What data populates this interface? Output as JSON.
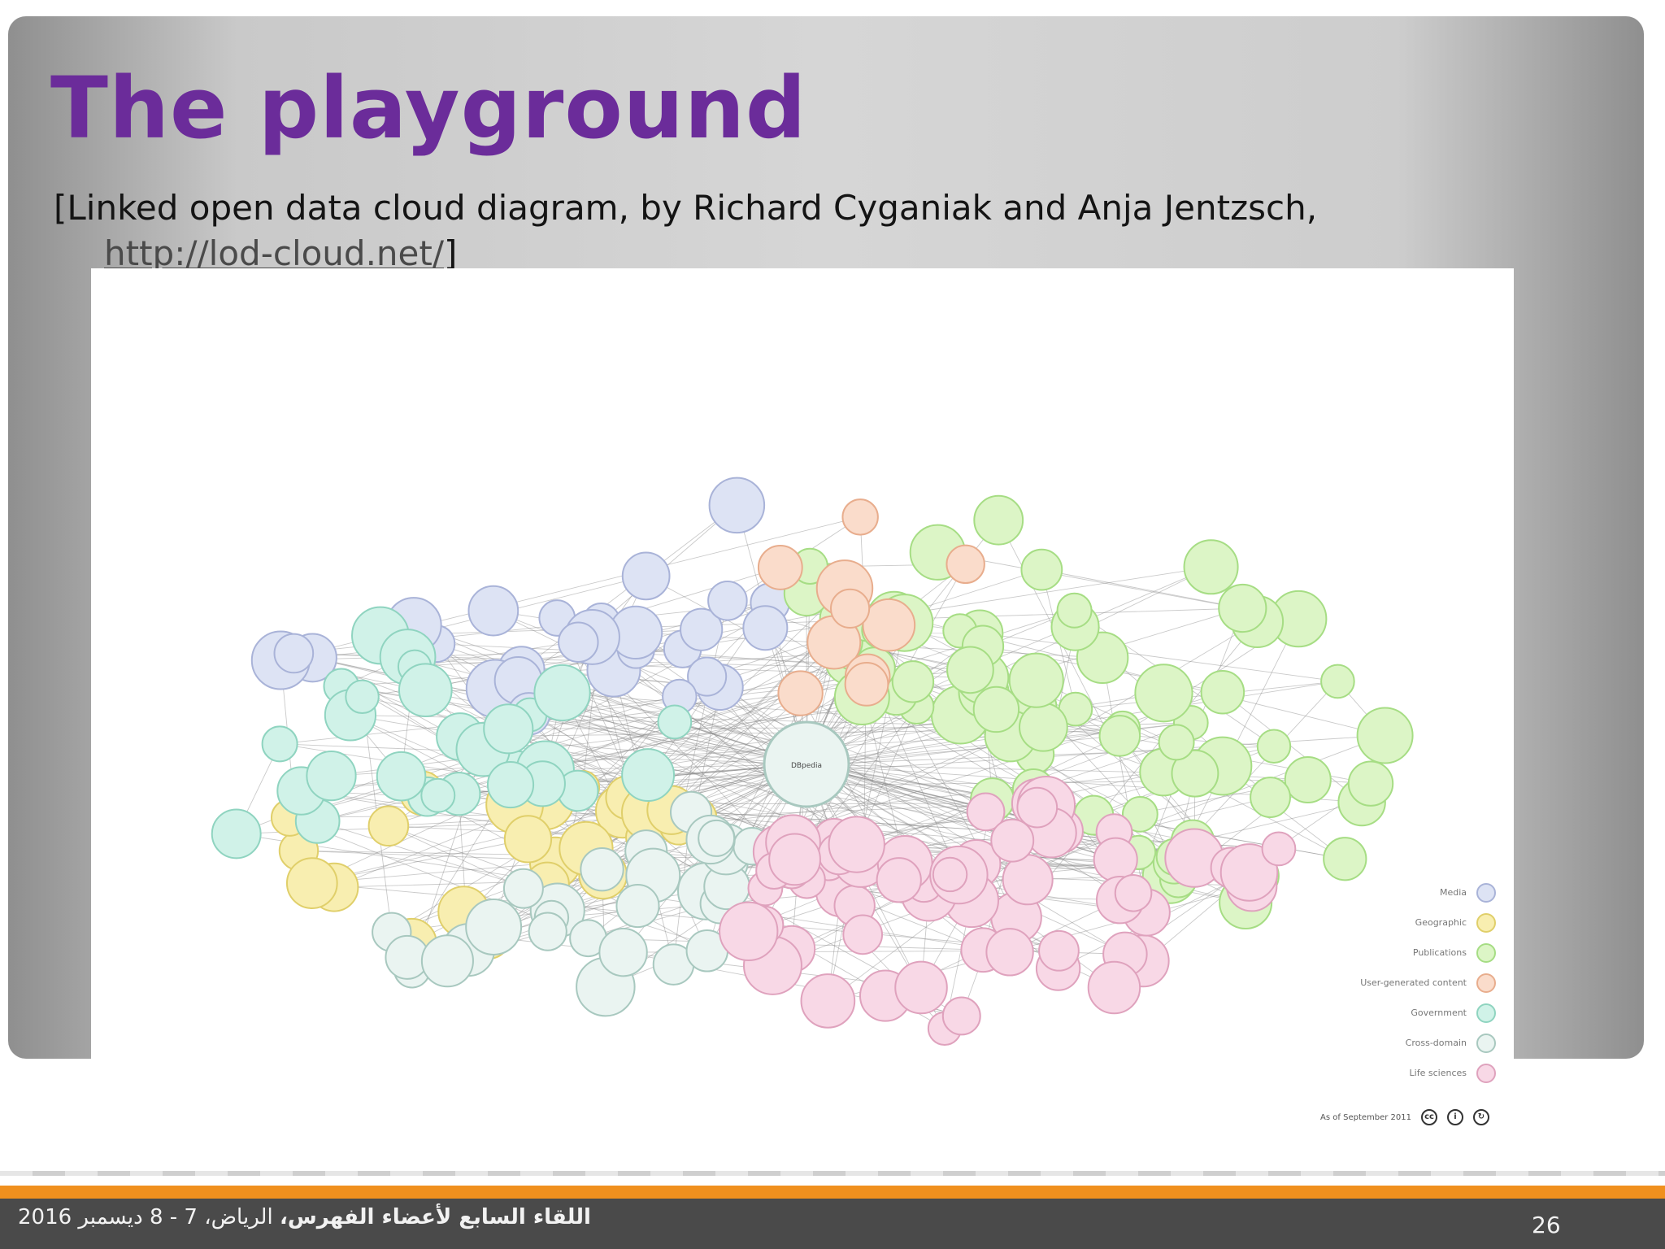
{
  "slide": {
    "title": "The playground",
    "caption_line1": "[Linked open data cloud diagram, by Richard Cyganiak and Anja Jentzsch,",
    "caption_url": "http://lod-cloud.net/",
    "caption_close": "]"
  },
  "diagram": {
    "center_label": "DBpedia",
    "legend": [
      {
        "label": "Media",
        "color": "#dde3f4",
        "stroke": "#a9b3d8"
      },
      {
        "label": "Geographic",
        "color": "#f8eeb0",
        "stroke": "#e0cf6a"
      },
      {
        "label": "Publications",
        "color": "#dcf5c6",
        "stroke": "#a6dd84"
      },
      {
        "label": "User-generated content",
        "color": "#fadccb",
        "stroke": "#e8ad8d"
      },
      {
        "label": "Government",
        "color": "#d0f2e8",
        "stroke": "#8fd4c0"
      },
      {
        "label": "Cross-domain",
        "color": "#eaf4f1",
        "stroke": "#a8c8bf"
      },
      {
        "label": "Life sciences",
        "color": "#f8d8e6",
        "stroke": "#dfa2bd"
      }
    ],
    "footnote": "As of September 2011"
  },
  "footer": {
    "text_bold": "اللقاء السابع لأعضاء الفهرس،",
    "text_rest": " الرياض، 7 - 8 ديسمبر 2016",
    "page_number": "26"
  }
}
